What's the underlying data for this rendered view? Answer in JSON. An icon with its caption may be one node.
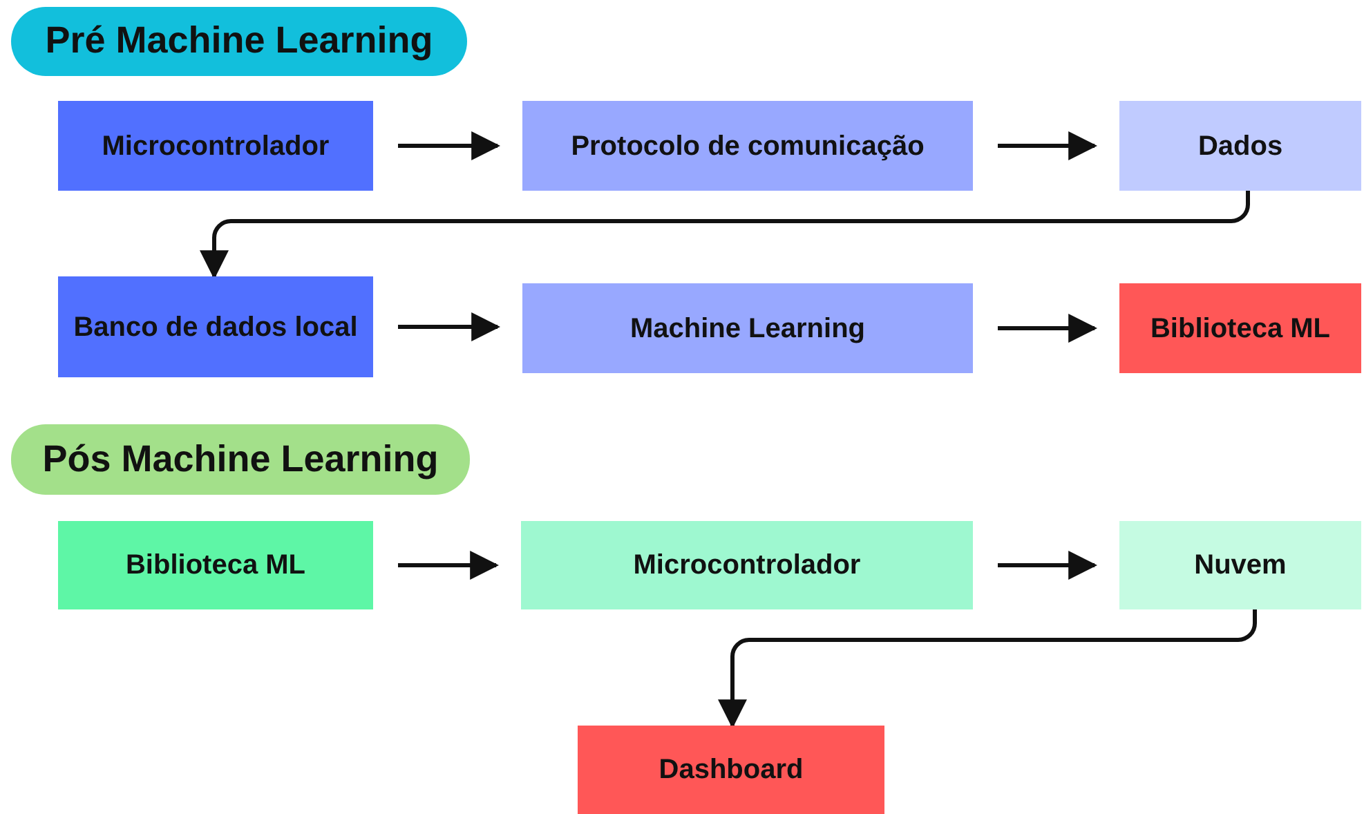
{
  "diagram": {
    "nodes": [
      {
        "text": [
          "Pré Machine Learning"
        ]
      },
      {
        "text": [
          "Microcontrolador"
        ]
      },
      {
        "text": [
          "Protocolo de comunicação"
        ]
      },
      {
        "text": [
          "Dados"
        ]
      },
      {
        "text": [
          "Banco de dados local"
        ]
      },
      {
        "text": [
          "Machine Learning"
        ]
      },
      {
        "text": [
          "Biblioteca ML"
        ]
      },
      {
        "text": [
          "Pós Machine Learning"
        ]
      },
      {
        "text": [
          "Biblioteca ML"
        ]
      },
      {
        "text": [
          "Microcontrolador"
        ]
      },
      {
        "text": [
          "Nuvem"
        ]
      },
      {
        "text": [
          "Dashboard"
        ]
      }
    ],
    "edges": [
      {
        "from": 1,
        "to": 2,
        "arrow": "to"
      },
      {
        "from": 2,
        "to": 3,
        "arrow": "to"
      },
      {
        "from": 3,
        "to": 4,
        "arrow": "to"
      },
      {
        "from": 4,
        "to": 5,
        "arrow": "to"
      },
      {
        "from": 5,
        "to": 6,
        "arrow": "to"
      },
      {
        "from": 8,
        "to": 9,
        "arrow": "to"
      },
      {
        "from": 9,
        "to": 10,
        "arrow": "to"
      },
      {
        "from": 10,
        "to": 11,
        "arrow": "to"
      }
    ]
  }
}
